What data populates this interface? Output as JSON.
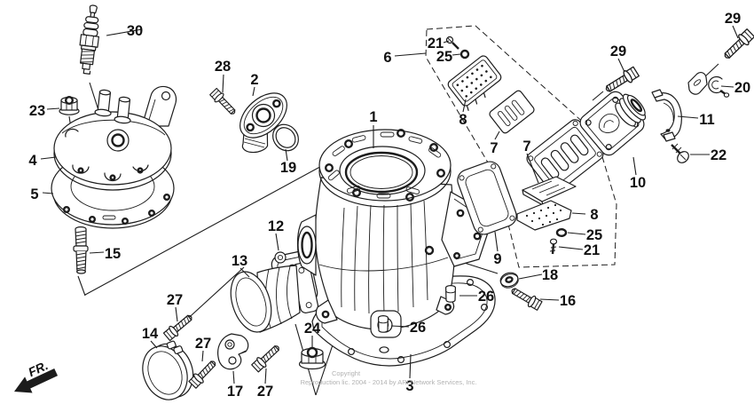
{
  "diagram": {
    "fr_label": "FR.",
    "watermark_line1": "Copyright",
    "watermark_line2": "Reproduction lic. 2004 - 2014 by ARI Network Services, Inc.",
    "background_color": "#ffffff",
    "line_color": "#1c1c1c",
    "watermark_color": "#b2b2b2"
  },
  "callouts": [
    {
      "label": "30"
    },
    {
      "label": "23"
    },
    {
      "label": "4"
    },
    {
      "label": "5"
    },
    {
      "label": "15"
    },
    {
      "label": "28"
    },
    {
      "label": "2"
    },
    {
      "label": "19"
    },
    {
      "label": "1"
    },
    {
      "label": "6"
    },
    {
      "label": "21"
    },
    {
      "label": "25"
    },
    {
      "label": "8"
    },
    {
      "label": "7"
    },
    {
      "label": "7"
    },
    {
      "label": "29"
    },
    {
      "label": "29"
    },
    {
      "label": "20"
    },
    {
      "label": "11"
    },
    {
      "label": "10"
    },
    {
      "label": "22"
    },
    {
      "label": "9"
    },
    {
      "label": "8"
    },
    {
      "label": "25"
    },
    {
      "label": "21"
    },
    {
      "label": "18"
    },
    {
      "label": "16"
    },
    {
      "label": "26"
    },
    {
      "label": "26"
    },
    {
      "label": "24"
    },
    {
      "label": "3"
    },
    {
      "label": "12"
    },
    {
      "label": "13"
    },
    {
      "label": "27"
    },
    {
      "label": "14"
    },
    {
      "label": "27"
    },
    {
      "label": "17"
    },
    {
      "label": "27"
    }
  ]
}
